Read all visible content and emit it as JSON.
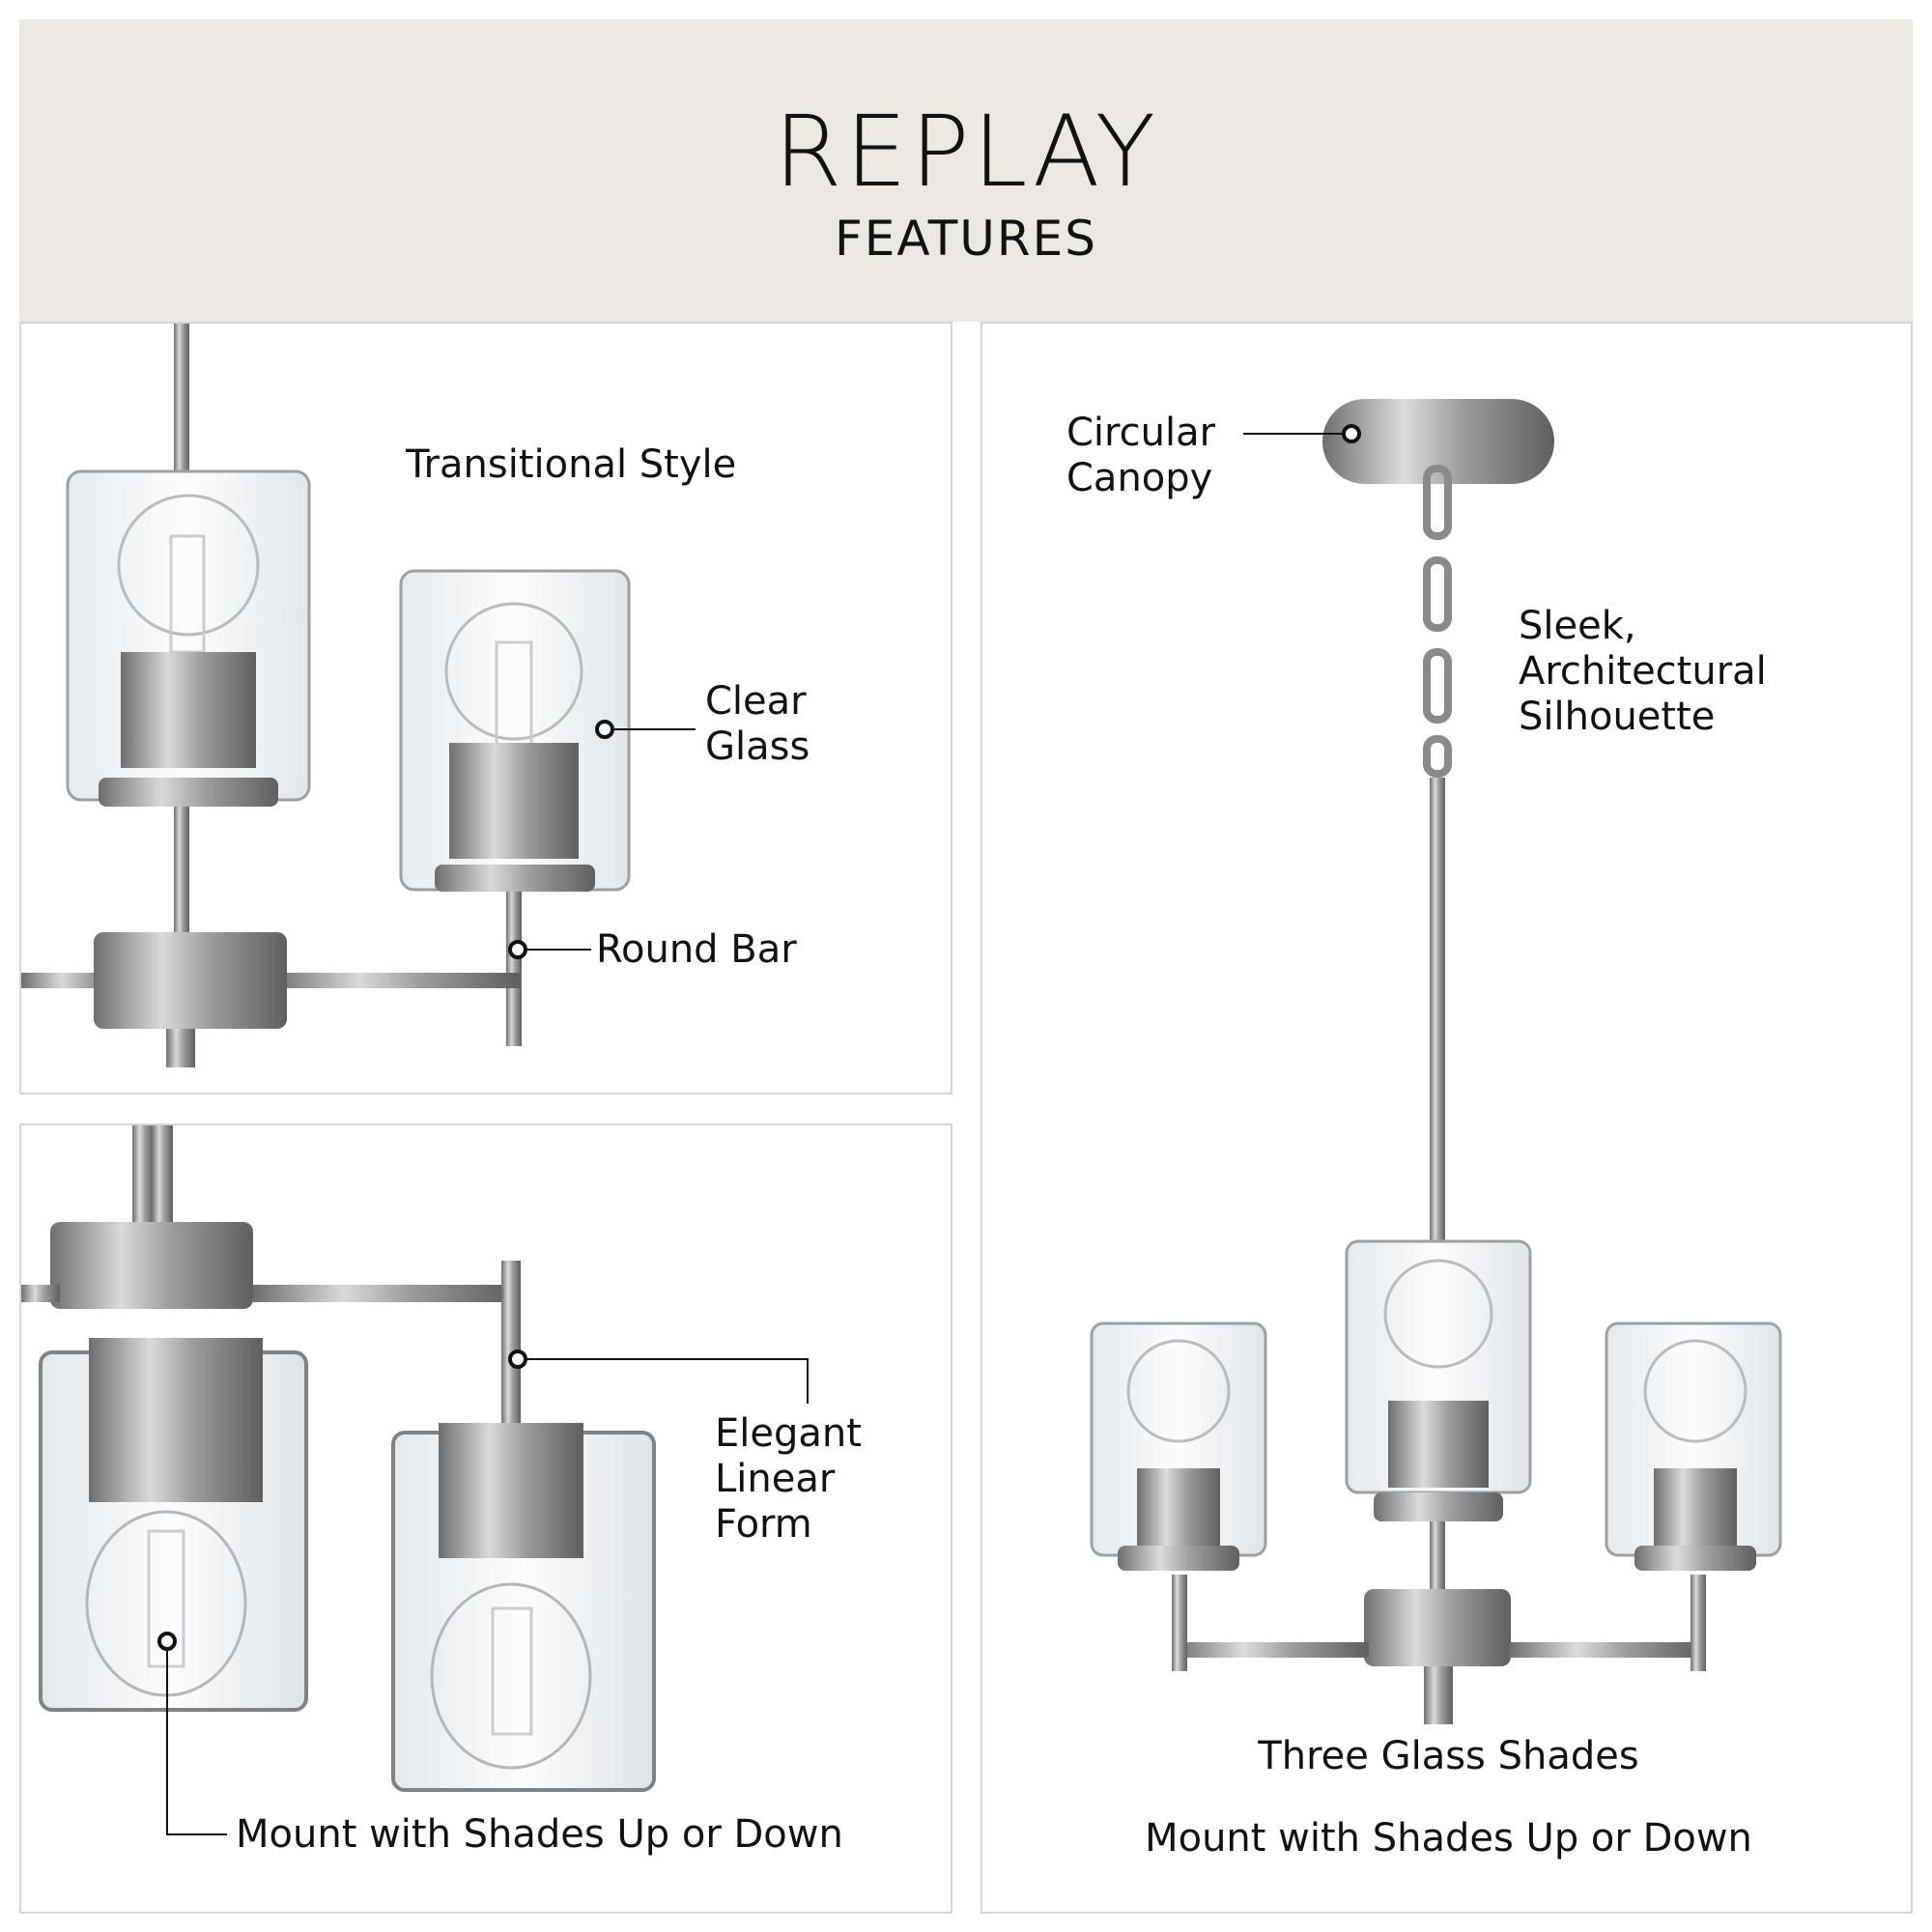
{
  "header": {
    "title": "REPLAY",
    "subtitle": "FEATURES"
  },
  "callouts": {
    "transitional_style": "Transitional Style",
    "clear_glass_1": "Clear",
    "clear_glass_2": "Glass",
    "round_bar": "Round Bar",
    "elegant_1": "Elegant",
    "elegant_2": "Linear",
    "elegant_3": "Form",
    "mount_left": "Mount with Shades Up or Down",
    "circular_1": "Circular",
    "circular_2": "Canopy",
    "sleek_1": "Sleek,",
    "sleek_2": "Architectural",
    "sleek_3": "Silhouette",
    "three_shades": "Three Glass Shades",
    "mount_right": "Mount with Shades Up or Down"
  },
  "colors": {
    "banner": "#ebe8e4",
    "metal": "#b8b8b8",
    "glass_edge": "#9aa0a4"
  }
}
